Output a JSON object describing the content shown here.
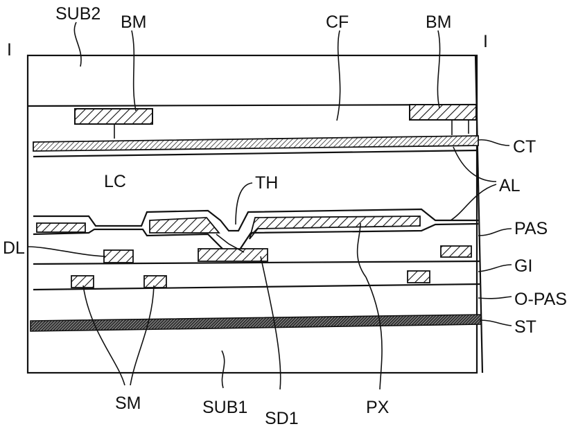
{
  "colors": {
    "ink": "#111111",
    "background": "#ffffff",
    "hatch": "#111111"
  },
  "labels": {
    "section_left": "I",
    "section_right": "I",
    "sub2": "SUB2",
    "bm_left": "BM",
    "cf": "CF",
    "bm_right": "BM",
    "ct": "CT",
    "lc": "LC",
    "th": "TH",
    "al": "AL",
    "pas": "PAS",
    "dl": "DL",
    "gi": "GI",
    "o_pas": "O-PAS",
    "st": "ST",
    "sm": "SM",
    "sub1": "SUB1",
    "sd1": "SD1",
    "px": "PX"
  }
}
